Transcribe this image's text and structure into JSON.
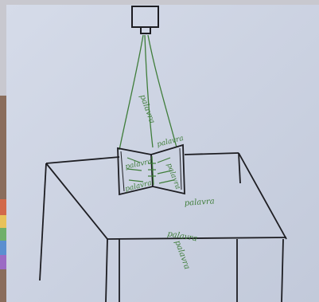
{
  "photo": {
    "subject": "hand-drawn sketch on paper",
    "paper_color": "#cfd6e6",
    "ink_color": "#1d1d22",
    "green_ink_color": "#3f7d3a",
    "backdrop_color": "#c9c9cf"
  },
  "labels": {
    "ray_label": "palavra",
    "page_label_1": "palavra",
    "page_label_2": "palavra",
    "spine_label": "palavra",
    "bottom_page_label": "palavra",
    "beside_book_label": "palavra",
    "table_label": "palavra",
    "table_label_2": "palavra"
  }
}
